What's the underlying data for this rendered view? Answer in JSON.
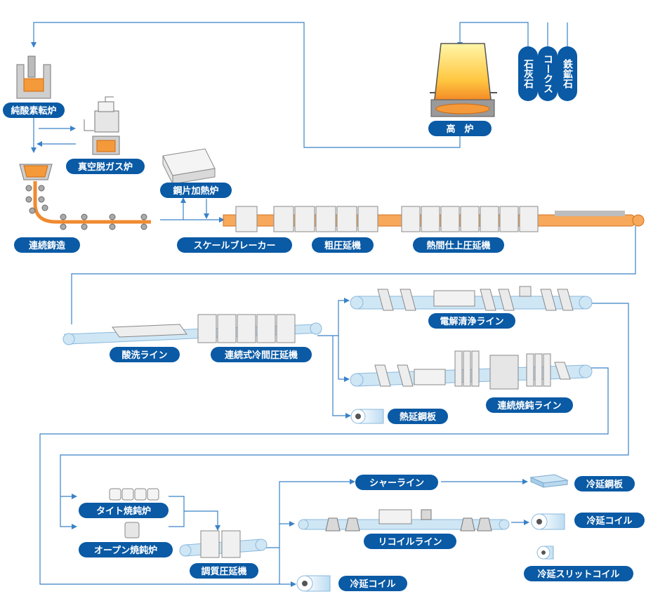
{
  "labels": {
    "blast_furnace": "高　炉",
    "limestone": "石灰石",
    "coke": "コークス",
    "iron_ore": "鉄鉱石",
    "bof": "純酸素転炉",
    "vacuum_degasser": "真空脱ガス炉",
    "slab_reheating": "鋼片加熱炉",
    "continuous_casting": "連続鋳造",
    "scale_breaker": "スケールブレーカー",
    "roughing_mill": "粗圧延機",
    "finishing_mill": "熱間仕上圧延機",
    "pickling": "酸洗ライン",
    "tandem_cold_mill": "連続式冷間圧延機",
    "electrolytic_cleaning": "電解清浄ライン",
    "continuous_annealing": "連続焼鈍ライン",
    "hot_rolled_sheet": "熱延鋼板",
    "tight_annealing": "タイト焼鈍炉",
    "open_annealing": "オープン焼鈍炉",
    "temper_mill": "調質圧延機",
    "shear_line": "シャーライン",
    "cold_rolled_sheet": "冷延鋼板",
    "recoil_line": "リコイルライン",
    "cold_rolled_coil_a": "冷延コイル",
    "cold_rolled_coil_b": "冷延コイル",
    "cold_slit_coil": "冷延スリットコイル"
  },
  "colors": {
    "label_bg": "#0a5aa5",
    "flow_line": "#3a82c8",
    "belt": "#cfe6f5",
    "hot_metal": "#f59a3a"
  }
}
